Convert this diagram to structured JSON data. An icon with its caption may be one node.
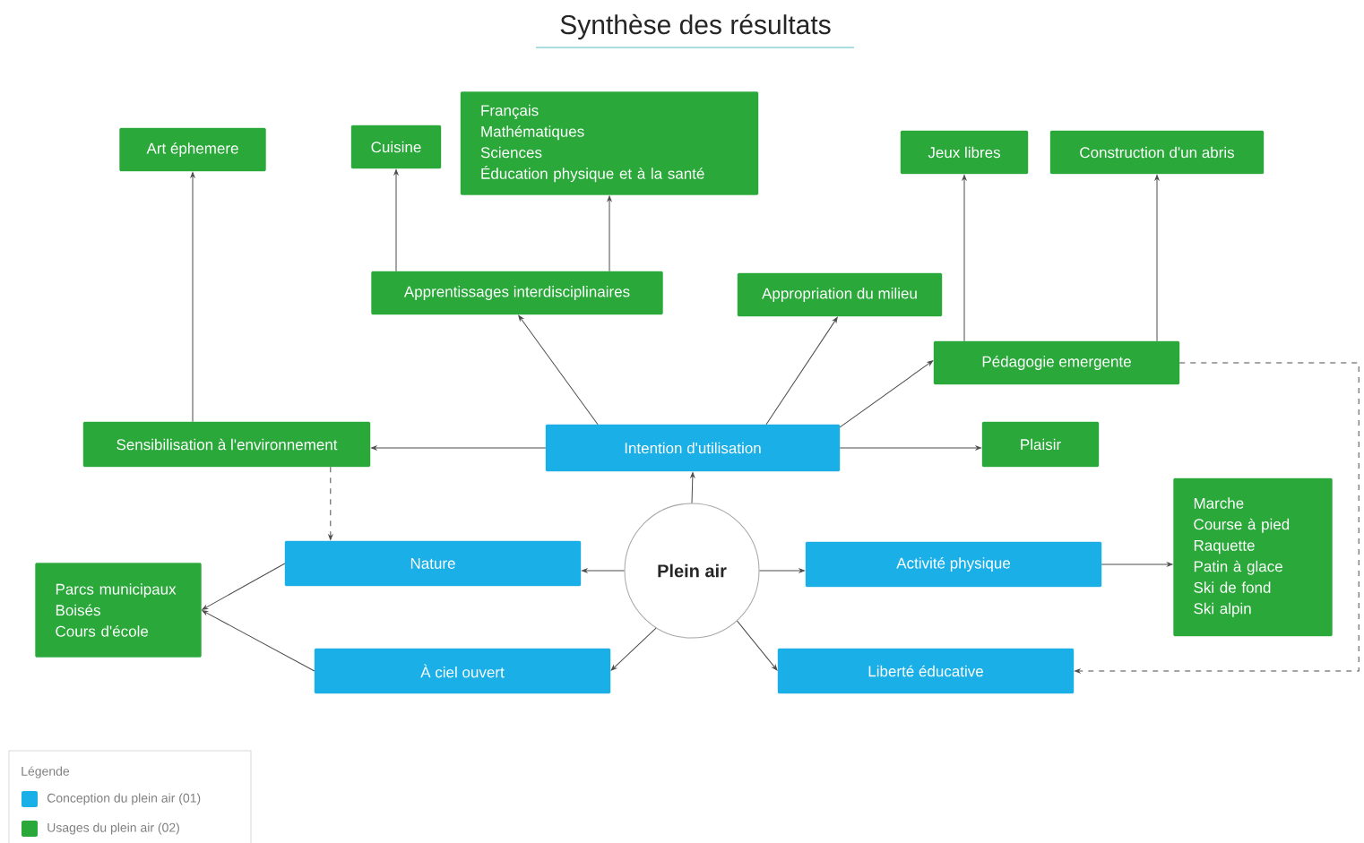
{
  "diagram": {
    "title": "Synthèse des résultats",
    "nodes": [
      {
        "text": [
          "Art éphemere"
        ]
      },
      {
        "text": [
          "Cuisine"
        ]
      },
      {
        "text": [
          "Français",
          "Mathématiques",
          "Sciences",
          "Éducation physique et à la santé"
        ]
      },
      {
        "text": [
          "Jeux libres"
        ]
      },
      {
        "text": [
          "Construction d'un abris"
        ]
      },
      {
        "text": [
          "Apprentissages interdisciplinaires"
        ]
      },
      {
        "text": [
          "Appropriation du milieu"
        ]
      },
      {
        "text": [
          "Pédagogie emergente"
        ]
      },
      {
        "text": [
          "Sensibilisation à l'environnement"
        ]
      },
      {
        "text": [
          "Intention d'utilisation"
        ]
      },
      {
        "text": [
          "Plaisir"
        ]
      },
      {
        "text": [
          "Marche",
          "Course à pied",
          "Raquette",
          "Patin à glace",
          "Ski de fond",
          "Ski alpin"
        ]
      },
      {
        "text": [
          "Nature"
        ]
      },
      {
        "text": [
          "Plein air"
        ]
      },
      {
        "text": [
          "Activité physique"
        ]
      },
      {
        "text": [
          "Parcs municipaux",
          "Boisés",
          "Cours d'école"
        ]
      },
      {
        "text": [
          "À ciel ouvert"
        ]
      },
      {
        "text": [
          "Liberté éducative"
        ]
      }
    ],
    "edges": [
      {
        "from": 13,
        "to": 9,
        "arrow": "to"
      },
      {
        "from": 9,
        "to": 8,
        "arrow": "to"
      },
      {
        "from": 9,
        "to": 5,
        "arrow": "to"
      },
      {
        "from": 9,
        "to": 6,
        "arrow": "to"
      },
      {
        "from": 9,
        "to": 7,
        "arrow": "to"
      },
      {
        "from": 9,
        "to": 10,
        "arrow": "to"
      },
      {
        "from": 8,
        "to": 0,
        "arrow": "to"
      },
      {
        "from": 5,
        "to": 1,
        "arrow": "to"
      },
      {
        "from": 5,
        "to": 2,
        "arrow": "to"
      },
      {
        "from": 7,
        "to": 3,
        "arrow": "to"
      },
      {
        "from": 7,
        "to": 4,
        "arrow": "to"
      },
      {
        "from": 8,
        "to": 12,
        "arrow": "to",
        "style": "dashed"
      },
      {
        "from": 13,
        "to": 12,
        "arrow": "to"
      },
      {
        "from": 13,
        "to": 14,
        "arrow": "to"
      },
      {
        "from": 14,
        "to": 11,
        "arrow": "to"
      },
      {
        "from": 13,
        "to": 16,
        "arrow": "to"
      },
      {
        "from": 13,
        "to": 17,
        "arrow": "to"
      },
      {
        "from": 12,
        "to": 15,
        "arrow": "to"
      },
      {
        "from": 16,
        "to": 15,
        "arrow": "to"
      },
      {
        "from": 7,
        "to": 17,
        "arrow": "to",
        "style": "dashed"
      }
    ],
    "labels": [
      "Légende"
    ],
    "legend": [
      {
        "text": "Conception du plein air (01)",
        "color": "#1aafe6"
      },
      {
        "text": "Usages du plein air (02)",
        "color": "#2aa83a"
      }
    ]
  }
}
